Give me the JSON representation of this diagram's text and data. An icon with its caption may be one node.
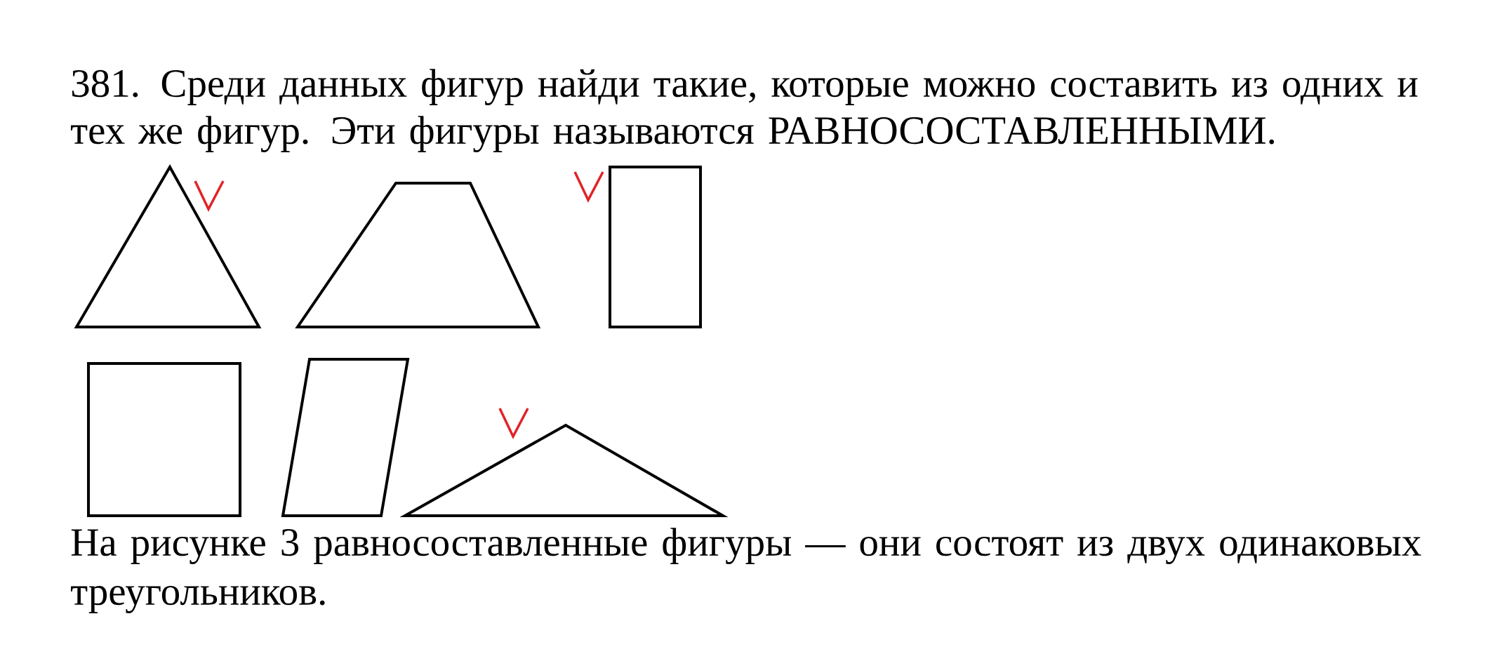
{
  "diagram": {
    "title": "381. Среди данных фигур найди такие, которые можно составить из одних и тех же фигур. Эти фигуры называются РАВНОСОСТАВЛЕННЫМИ.",
    "caption": "На рисунке 3 равносоставленные фигуры — они состоят из двух одинаковых треугольников.",
    "nodes": [
      {
        "text": [],
        "shape": "triangle"
      },
      {
        "text": [],
        "shape": "trapezoid"
      },
      {
        "text": [],
        "shape": "rectangle"
      },
      {
        "text": [],
        "shape": "square"
      },
      {
        "text": [],
        "shape": "parallelogram"
      },
      {
        "text": [],
        "shape": "triangle"
      }
    ]
  }
}
